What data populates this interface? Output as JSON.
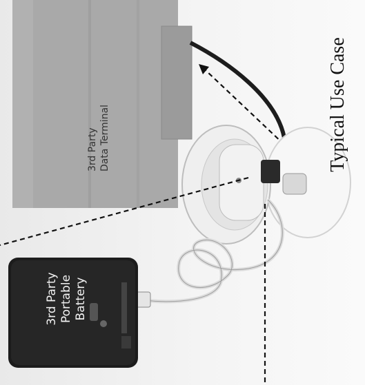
{
  "title": "Typical Use Case",
  "terminal": {
    "line1": "3rd Party",
    "line2": "Data Terminal"
  },
  "battery": {
    "line1": "3rd Party",
    "line2": "Portable",
    "line3": "Battery"
  },
  "colors": {
    "background": "#ededed",
    "terminal": "#a9a9a9",
    "battery": "#1c1c1c",
    "device": "#f2f2f2"
  }
}
